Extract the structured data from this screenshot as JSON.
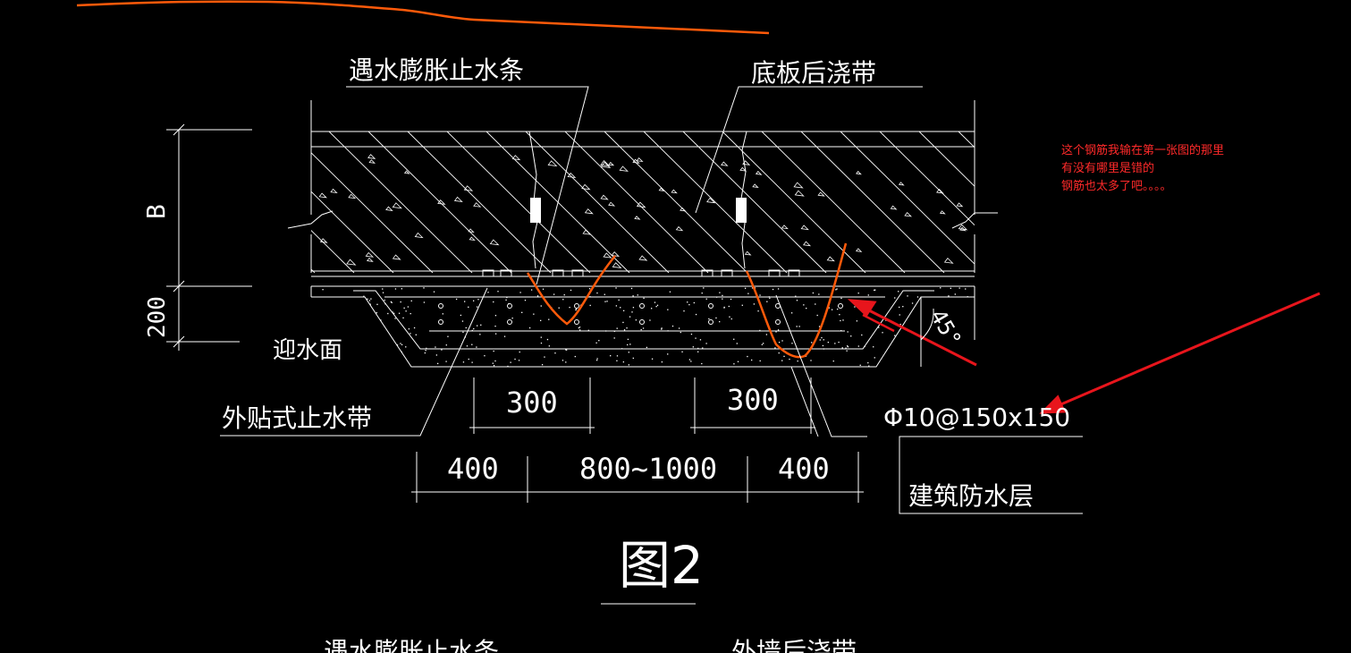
{
  "labels": {
    "swell_strip": "遇水膨胀止水条",
    "floor_post_pour": "底板后浇带",
    "upstream_face": "迎水面",
    "external_waterstop": "外贴式止水带",
    "rebar_spec": "Φ10@150x150",
    "waterproof_layer": "建筑防水层",
    "figure_title": "图2",
    "bottom_swell_strip": "遇水膨胀止水条",
    "bottom_wall_post_pour": "外墙后浇带"
  },
  "dimensions": {
    "thickness": "B",
    "cushion": "200",
    "waterstop_left": "300",
    "waterstop_right": "300",
    "side_left": "400",
    "middle": "800~1000",
    "side_right": "400",
    "angle": "45°"
  },
  "annotation": {
    "lines": [
      "这个钢筋我输在第一张图的那里",
      "有没有哪里是错的",
      "钢筋也太多了吧。。。。"
    ]
  },
  "colors": {
    "background": "#000000",
    "line": "#ffffff",
    "markup": "#ff5a0a",
    "arrow": "#e8151c",
    "note": "#ff2a2a"
  }
}
